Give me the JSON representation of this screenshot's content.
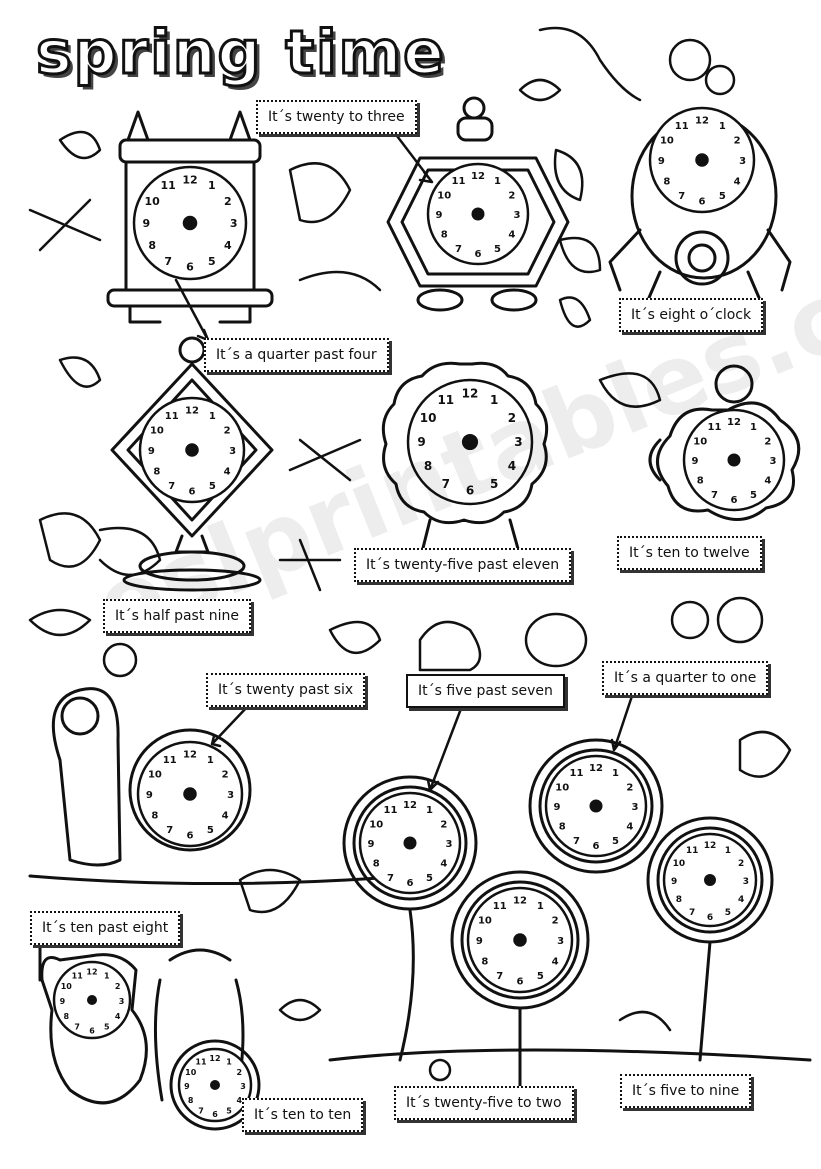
{
  "title": "spring time",
  "watermark": "eslprintables.com",
  "labels": [
    {
      "id": "twenty-to-three",
      "text": "It´s twenty to three"
    },
    {
      "id": "quarter-past-four",
      "text": "It´s a quarter past four"
    },
    {
      "id": "eight-oclock",
      "text": "It´s eight o´clock"
    },
    {
      "id": "twenty-five-past-eleven",
      "text": "It´s twenty-five past eleven"
    },
    {
      "id": "ten-to-twelve",
      "text": "It´s ten to twelve"
    },
    {
      "id": "half-past-nine",
      "text": "It´s half past nine"
    },
    {
      "id": "twenty-past-six",
      "text": "It´s twenty past six"
    },
    {
      "id": "five-past-seven",
      "text": "It´s five past seven"
    },
    {
      "id": "quarter-to-one",
      "text": "It´s a quarter to one"
    },
    {
      "id": "ten-past-eight",
      "text": "It´s ten past eight"
    },
    {
      "id": "five-to-nine",
      "text": "It´s five to nine"
    },
    {
      "id": "ten-to-ten",
      "text": "It´s ten to ten"
    },
    {
      "id": "twenty-five-to-two",
      "text": "It´s twenty-five to two"
    }
  ],
  "clock_numbers": [
    "12",
    "1",
    "2",
    "3",
    "4",
    "5",
    "6",
    "7",
    "8",
    "9",
    "10",
    "11"
  ]
}
